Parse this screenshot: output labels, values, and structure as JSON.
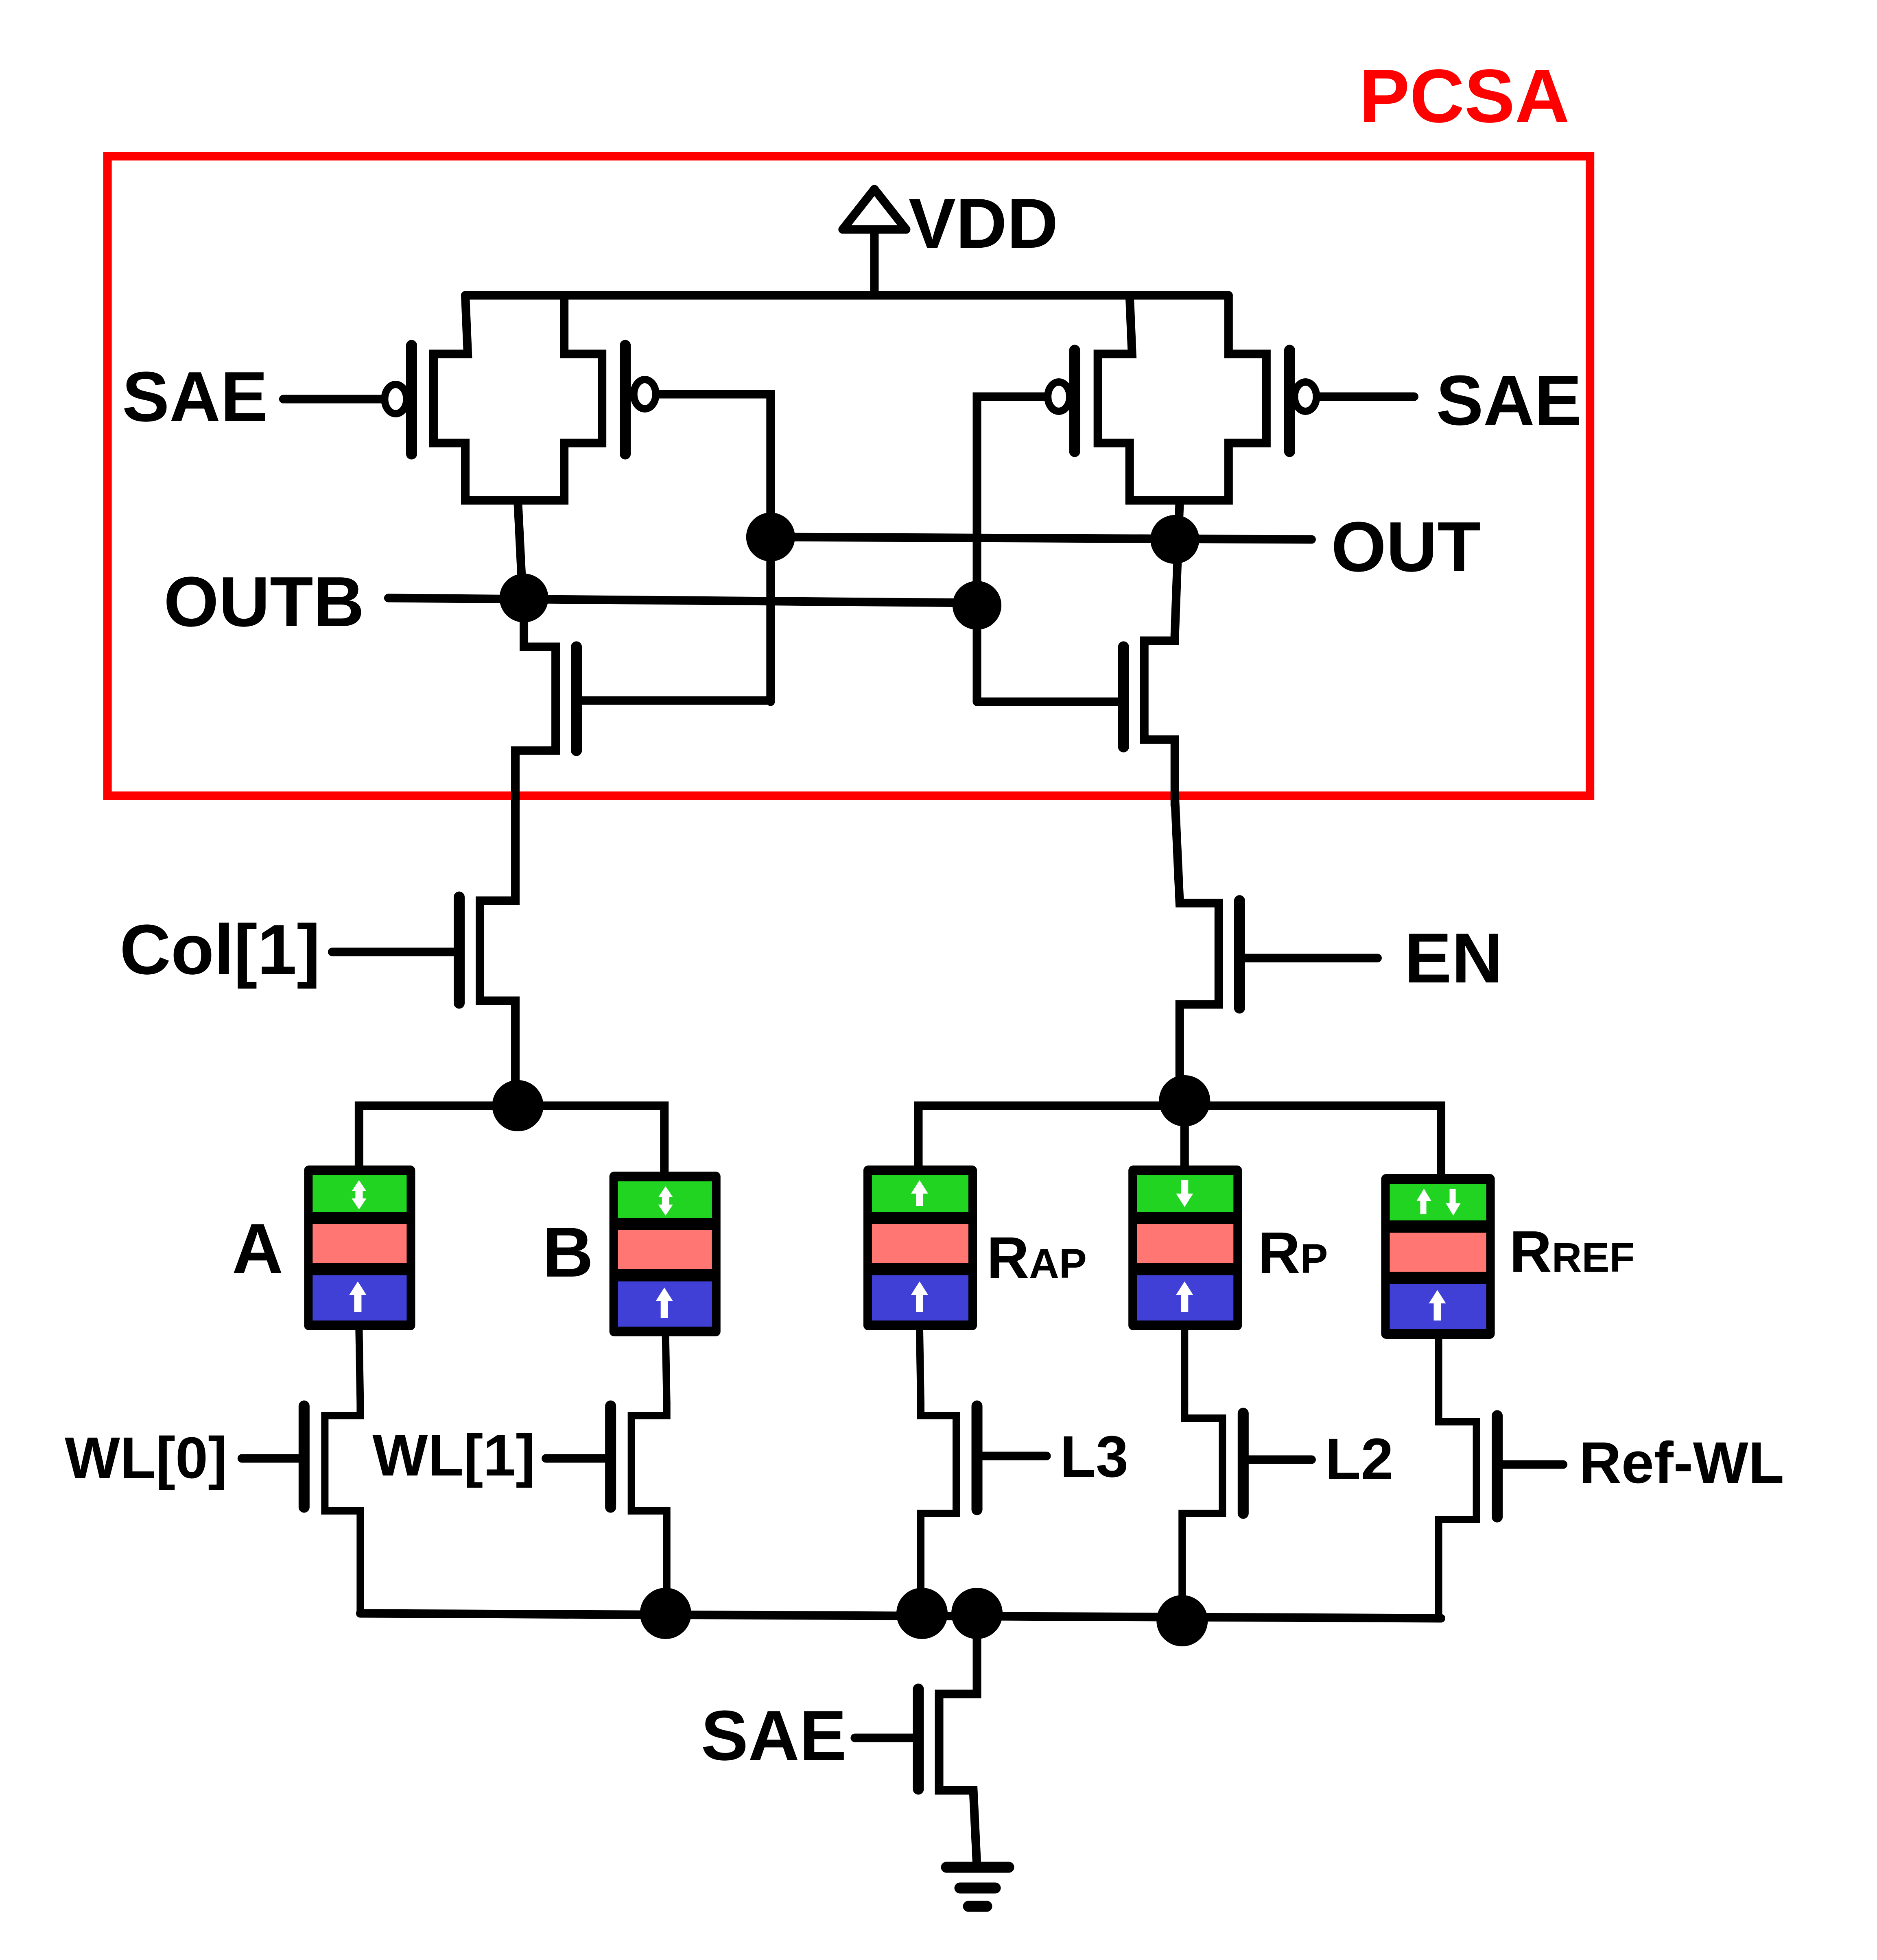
{
  "diagram": {
    "title": "PCSA",
    "colors": {
      "pcsa_box": "#FF0000",
      "free_layer": "#22D422",
      "barrier_layer": "#FF7672",
      "pinned_layer": "#4040D6",
      "wire": "#000000",
      "background": "#FFFFFF"
    },
    "supply": {
      "label": "VDD",
      "icon": "vdd-triangle-icon"
    },
    "ground": {
      "icon": "ground-icon"
    },
    "pcsa": {
      "sae_left": "SAE",
      "sae_right": "SAE",
      "out": "OUT",
      "outb": "OUTB"
    },
    "pass_transistors": {
      "col": "Col[1]",
      "en": "EN"
    },
    "mtj_cells": [
      {
        "id": "A",
        "label": "A",
        "label_sub": "",
        "free_arrow": "up-down",
        "pinned_arrow": "up"
      },
      {
        "id": "B",
        "label": "B",
        "label_sub": "",
        "free_arrow": "up-down",
        "pinned_arrow": "up"
      },
      {
        "id": "RAP",
        "label": "R",
        "label_sub": "AP",
        "free_arrow": "up",
        "pinned_arrow": "up"
      },
      {
        "id": "RP",
        "label": "R",
        "label_sub": "P",
        "free_arrow": "down",
        "pinned_arrow": "up"
      },
      {
        "id": "RREF",
        "label": "R",
        "label_sub": "REF",
        "free_arrow": "up+down",
        "pinned_arrow": "up"
      }
    ],
    "access_transistors": [
      {
        "gate_label": "WL[0]"
      },
      {
        "gate_label": "WL[1]"
      },
      {
        "gate_label": "L3"
      },
      {
        "gate_label": "L2"
      },
      {
        "gate_label": "Ref-WL"
      }
    ],
    "tail": {
      "gate_label": "SAE"
    }
  }
}
